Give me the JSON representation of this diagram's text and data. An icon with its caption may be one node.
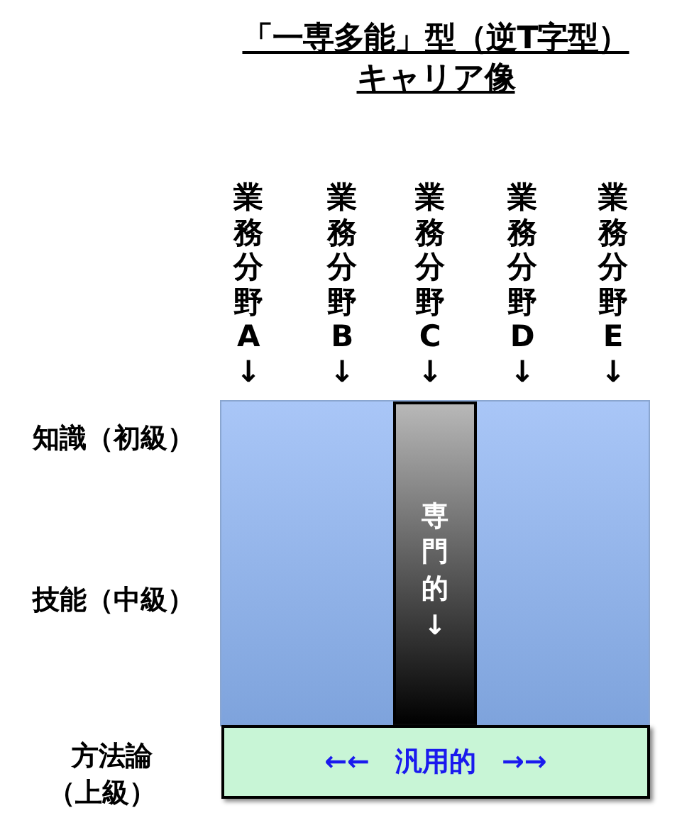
{
  "diagram": {
    "title": "「一専多能」型（逆T字型）キャリア像",
    "nodes": [
      {
        "text": [],
        "shape": "box"
      },
      {
        "text": [
          "専門的↓"
        ],
        "in": 0
      },
      {
        "text": [
          "←← 汎用的 →→"
        ]
      }
    ],
    "labels": [
      "業務分野A↓",
      "業務分野B↓",
      "業務分野C↓",
      "業務分野D↓",
      "業務分野E↓",
      "知識（初級）",
      "技能（中級）",
      "方法論（上級）"
    ]
  }
}
